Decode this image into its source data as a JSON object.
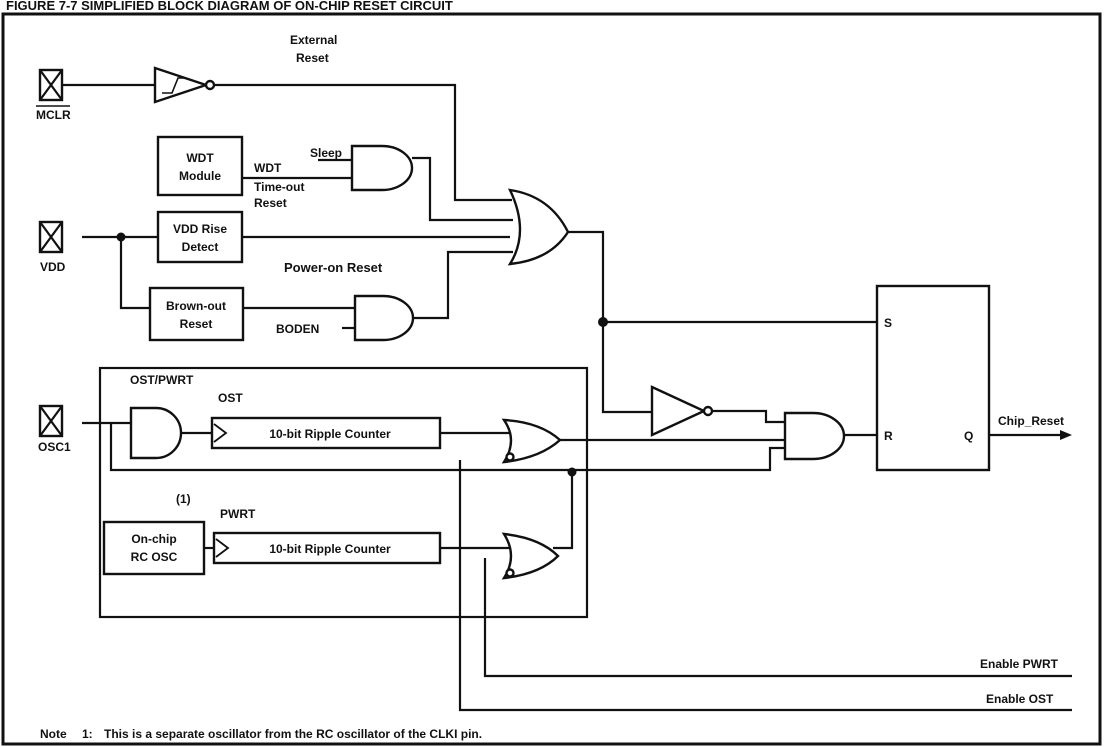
{
  "header_fragment": "FIGURE 7-7   SIMPLIFIED BLOCK DIAGRAM OF ON-CHIP RESET CIRCUIT",
  "pins": {
    "mclr": "MCLR",
    "vdd": "VDD",
    "osc1": "OSC1"
  },
  "blocks": {
    "wdt_line1": "WDT",
    "wdt_line2": "Module",
    "vdd_rise_line1": "VDD Rise",
    "vdd_rise_line2": "Detect",
    "brownout_line1": "Brown-out",
    "brownout_line2": "Reset",
    "ost_counter": "10-bit Ripple Counter",
    "pwrt_counter": "10-bit Ripple Counter",
    "onchip_line1": "On-chip",
    "onchip_line2": "RC OSC",
    "sr_s": "S",
    "sr_r": "R",
    "sr_q": "Q"
  },
  "labels": {
    "external_line1": "External",
    "external_line2": "Reset",
    "sleep": "Sleep",
    "wdt": "WDT",
    "timeout_line1": "Time-out",
    "timeout_line2": "Reset",
    "power_on_reset": "Power-on Reset",
    "boden": "BODEN",
    "ost_pwrt": "OST/PWRT",
    "ost": "OST",
    "pwrt": "PWRT",
    "note_marker": "(1)",
    "chip_reset": "Chip_Reset",
    "enable_pwrt": "Enable PWRT",
    "enable_ost": "Enable OST"
  },
  "note": {
    "prefix": "Note",
    "number": "1:",
    "text": "This is a separate oscillator from the RC oscillator of the CLKI pin."
  }
}
